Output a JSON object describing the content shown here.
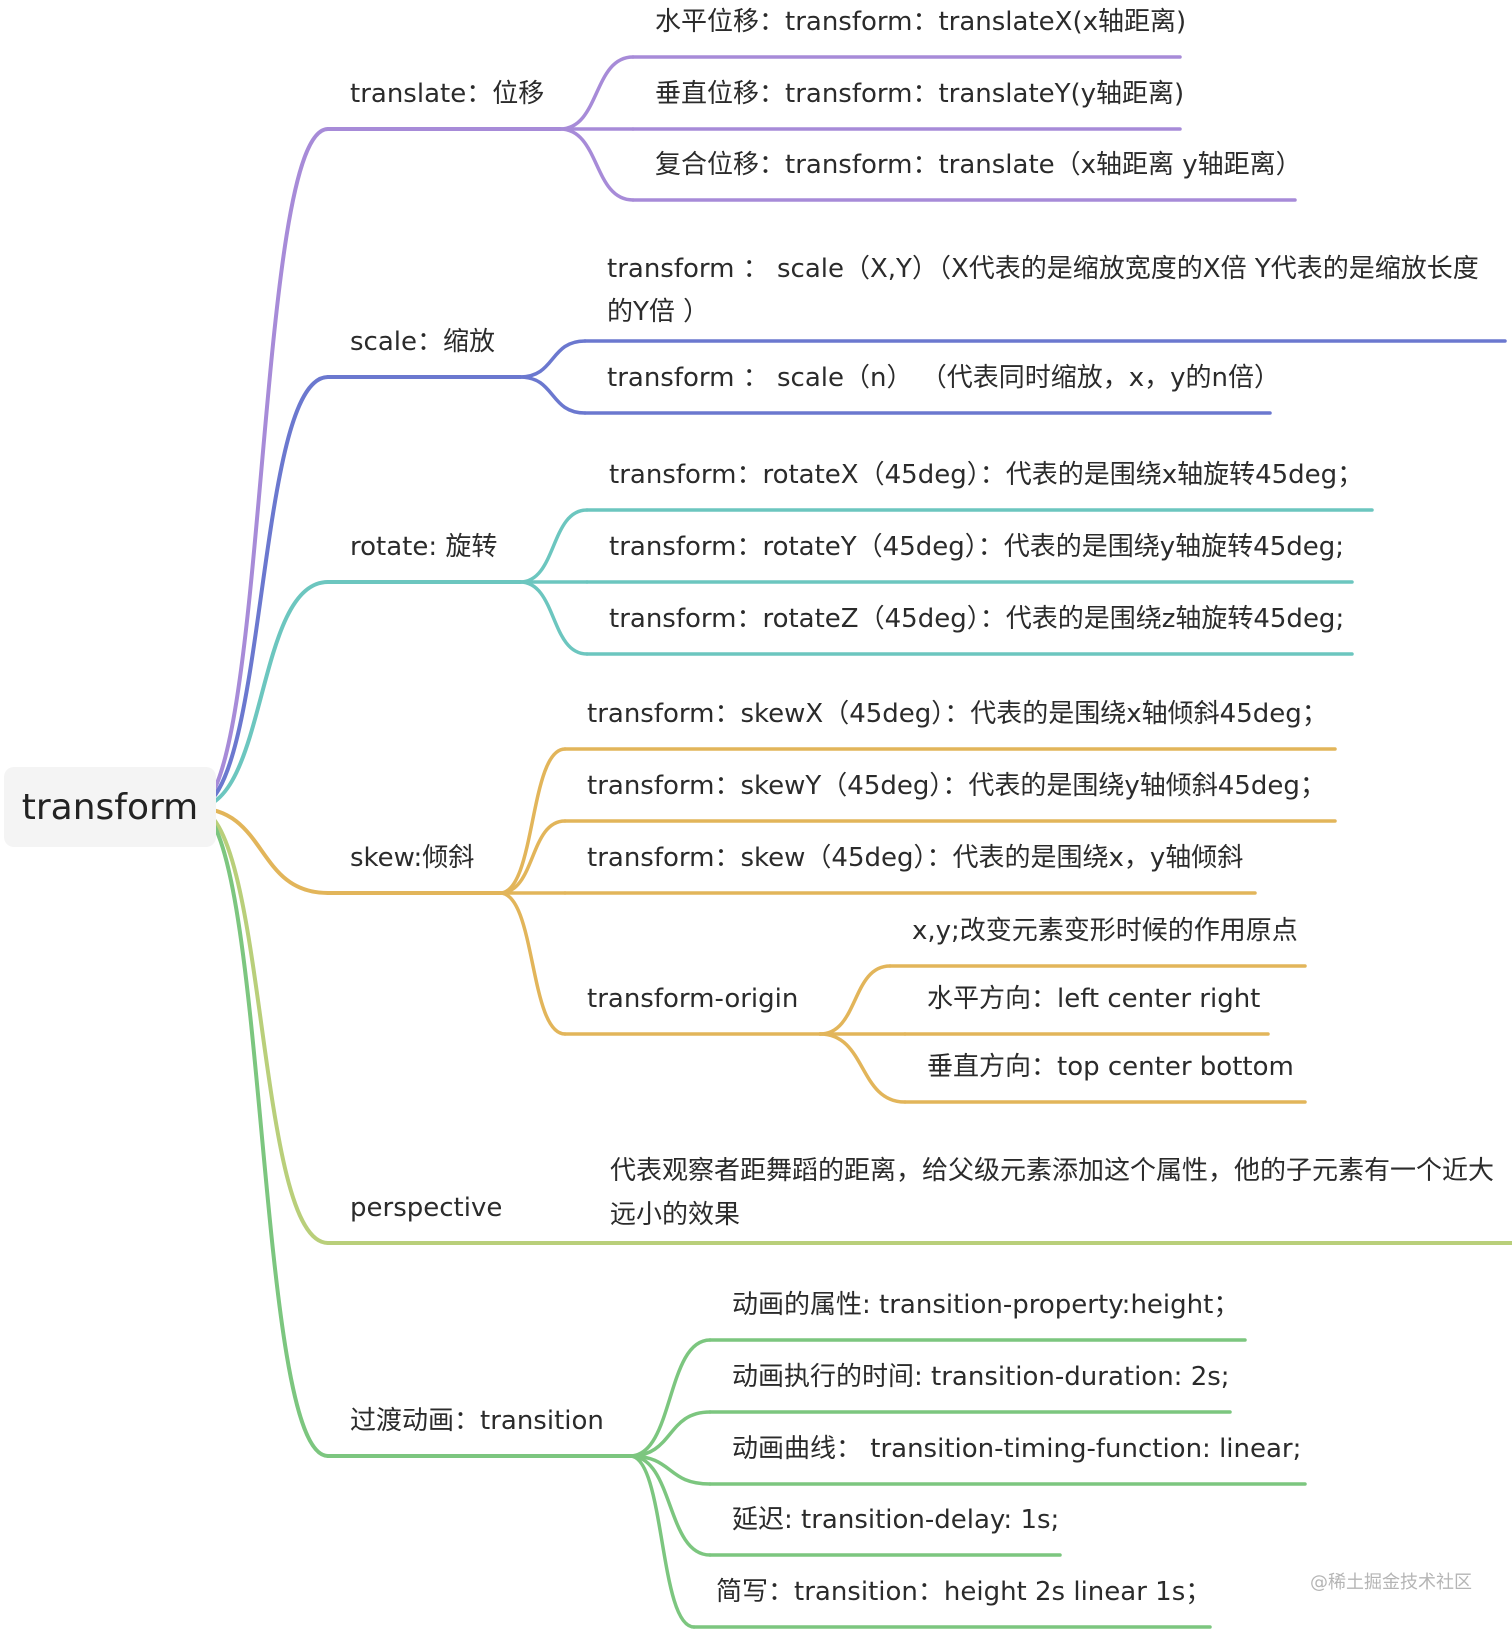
{
  "root": {
    "label": "transform"
  },
  "colors": {
    "translate": "#a78bd8",
    "scale": "#6b78cf",
    "rotate": "#6cc6bf",
    "skew": "#e2b55a",
    "perspective": "#b9cf7a",
    "transition": "#7cc67f"
  },
  "branches": [
    {
      "id": "translate",
      "label": "translate：位移",
      "children": [
        "水平位移：transform：translateX(x轴距离)",
        "垂直位移：transform：translateY(y轴距离)",
        "复合位移：transform：translate（x轴距离 y轴距离）"
      ]
    },
    {
      "id": "scale",
      "label": "scale：缩放",
      "children": [
        [
          "transform ： scale（X,Y）（X代表的是缩放宽度的X倍 Y代表的是缩放长度",
          "的Y倍 ）"
        ],
        "transform ： scale（n） （代表同时缩放，x，y的n倍）"
      ]
    },
    {
      "id": "rotate",
      "label": "rotate: 旋转",
      "children": [
        "transform：rotateX（45deg）：代表的是围绕x轴旋转45deg；",
        "transform：rotateY（45deg）：代表的是围绕y轴旋转45deg;",
        "transform：rotateZ（45deg）：代表的是围绕z轴旋转45deg;"
      ]
    },
    {
      "id": "skew",
      "label": "skew:倾斜",
      "children": [
        "transform：skewX（45deg）：代表的是围绕x轴倾斜45deg；",
        "transform：skewY（45deg）：代表的是围绕y轴倾斜45deg；",
        "transform：skew（45deg）：代表的是围绕x，y轴倾斜",
        {
          "label": "transform-origin",
          "children": [
            "x,y;改变元素变形时候的作用原点",
            "水平方向：left center right",
            "垂直方向：top center bottom"
          ]
        }
      ]
    },
    {
      "id": "perspective",
      "label": "perspective",
      "children": [
        [
          "代表观察者距舞蹈的距离，给父级元素添加这个属性，他的子元素有一个近大",
          "远小的效果"
        ]
      ]
    },
    {
      "id": "transition",
      "label": "过渡动画：transition",
      "children": [
        "动画的属性: transition-property:height；",
        "动画执行的时间: transition-duration: 2s;",
        "动画曲线： transition-timing-function: linear;",
        "延迟: transition-delay: 1s;",
        "简写：transition：height 2s linear 1s；"
      ]
    }
  ],
  "watermark": "@稀土掘金技术社区"
}
